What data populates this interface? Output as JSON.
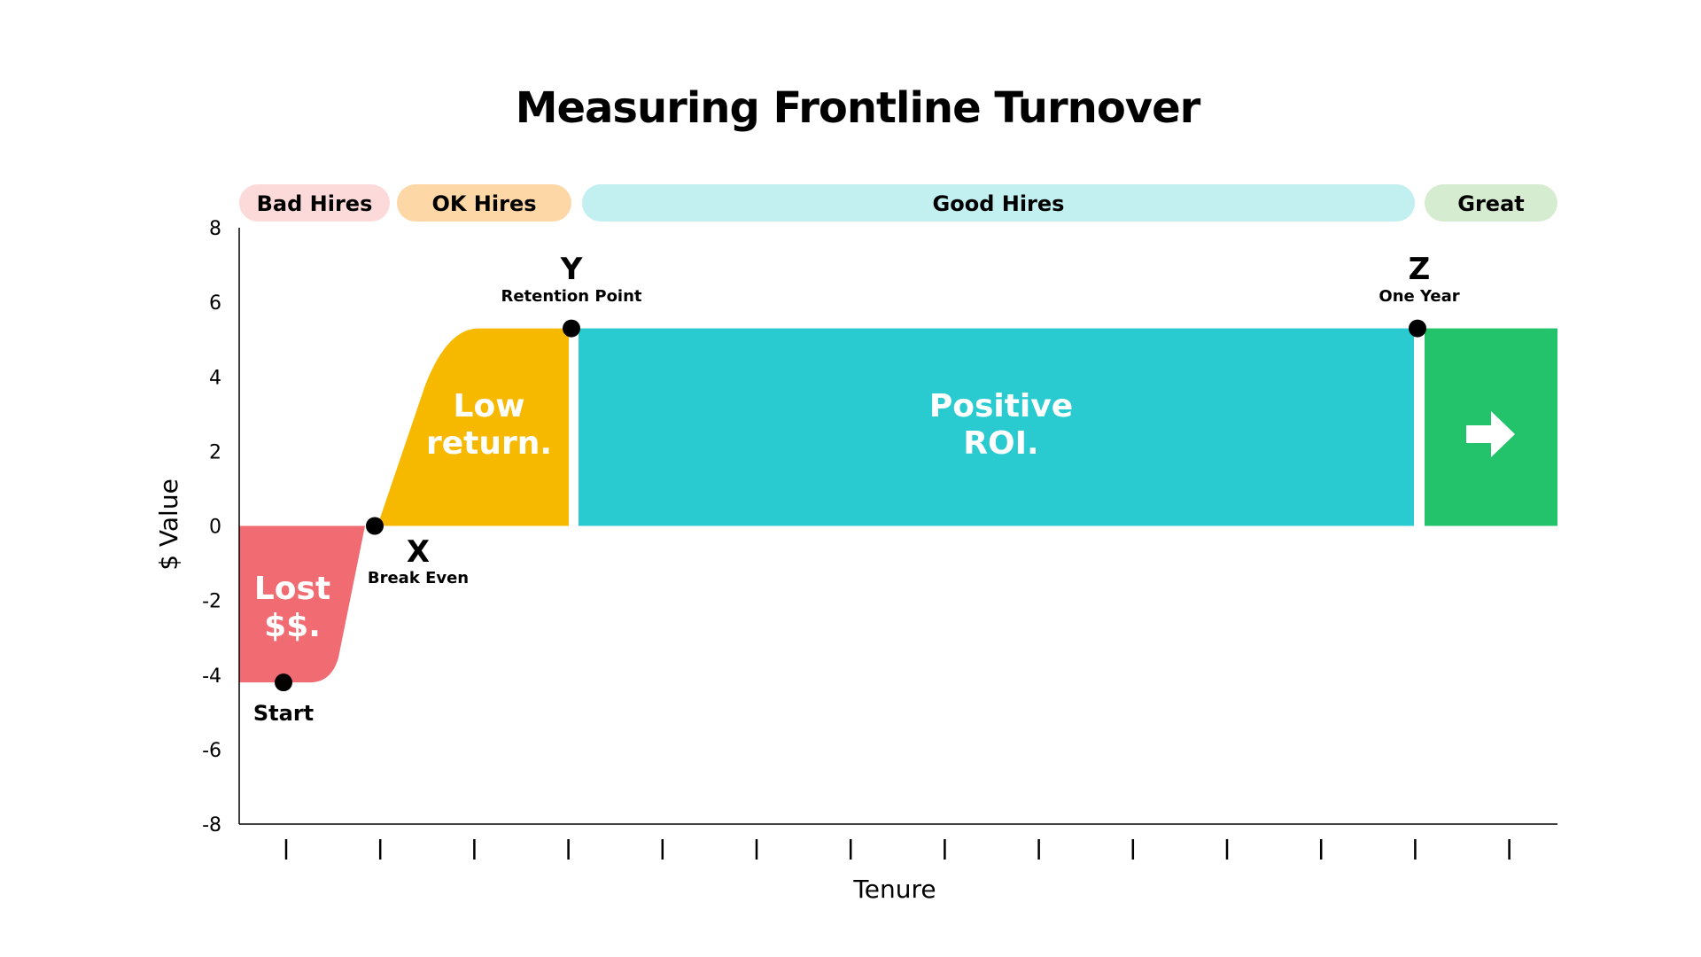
{
  "chart_data": {
    "type": "area",
    "title": "Measuring Frontline Turnover",
    "xlabel": "Tenure",
    "ylabel": "$ Value",
    "ylim": [
      -8,
      8
    ],
    "yticks": [
      "8",
      "6",
      "4",
      "2",
      "0",
      "-2",
      "-4",
      "-6",
      "-8"
    ],
    "xticks_count": 14,
    "bands": [
      {
        "label": "Bad Hires",
        "color": "#fddada"
      },
      {
        "label": "OK Hires",
        "color": "#fed7a6"
      },
      {
        "label": "Good Hires",
        "color": "#c2eff0"
      },
      {
        "label": "Great",
        "color": "#d6ecd0"
      }
    ],
    "regions": [
      {
        "label_lines": [
          "Lost",
          "$$."
        ],
        "color": "#f06b72",
        "y_range": [
          -4.2,
          0
        ]
      },
      {
        "label_lines": [
          "Low",
          "return."
        ],
        "color": "#f7b900",
        "y_range": [
          0,
          5.3
        ]
      },
      {
        "label_lines": [
          "Positive",
          "ROI."
        ],
        "color": "#2acad1",
        "y_range": [
          0,
          5.3
        ]
      },
      {
        "label_lines": [],
        "icon": "right-arrow-icon",
        "color": "#22c36b",
        "y_range": [
          0,
          5.3
        ]
      }
    ],
    "points": [
      {
        "name": "Start",
        "letter": "",
        "label": "Start",
        "y": -4.2
      },
      {
        "name": "Break Even",
        "letter": "X",
        "label": "Break Even",
        "y": 0
      },
      {
        "name": "Retention Point",
        "letter": "Y",
        "label": "Retention Point",
        "y": 5.3
      },
      {
        "name": "One Year",
        "letter": "Z",
        "label": "One Year",
        "y": 5.3
      }
    ]
  }
}
